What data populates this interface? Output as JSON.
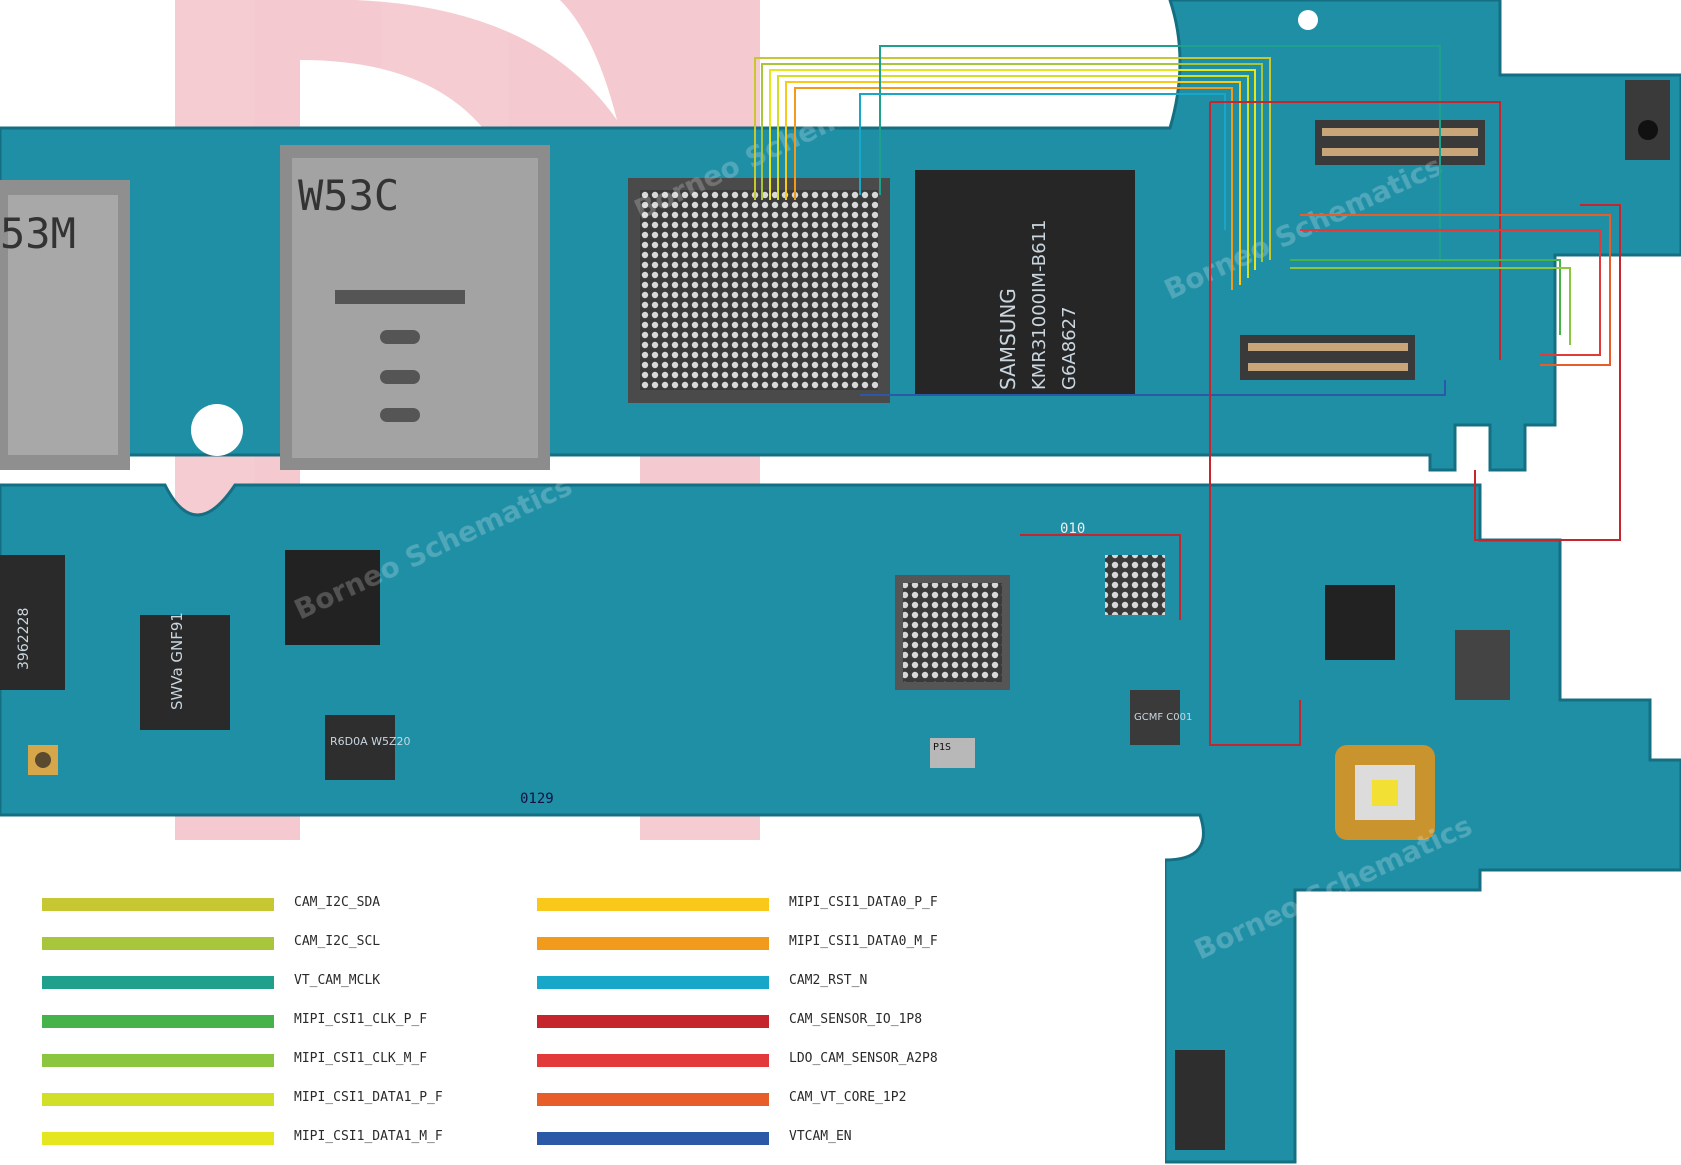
{
  "legend": [
    {
      "label": "CAM_I2C_SDA",
      "color": "#c7c734"
    },
    {
      "label": "CAM_I2C_SCL",
      "color": "#a8c63c"
    },
    {
      "label": "VT_CAM_MCLK",
      "color": "#1ea08c"
    },
    {
      "label": "MIPI_CSI1_CLK_P_F",
      "color": "#45b24a"
    },
    {
      "label": "MIPI_CSI1_CLK_M_F",
      "color": "#8cc640"
    },
    {
      "label": "MIPI_CSI1_DATA1_P_F",
      "color": "#d2df28"
    },
    {
      "label": "MIPI_CSI1_DATA1_M_F",
      "color": "#e6e620"
    },
    {
      "label": "MIPI_CSI1_DATA0_P_F",
      "color": "#f8c81a"
    },
    {
      "label": "MIPI_CSI1_DATA0_M_F",
      "color": "#f29a1c"
    },
    {
      "label": "CAM2_RST_N",
      "color": "#18a6c9"
    },
    {
      "label": "CAM_SENSOR_IO_1P8",
      "color": "#c5262e"
    },
    {
      "label": "LDO_CAM_SENSOR_A2P8",
      "color": "#e2393a"
    },
    {
      "label": "CAM_VT_CORE_1P2",
      "color": "#e85e2a"
    },
    {
      "label": "VTCAM_EN",
      "color": "#2c58a8"
    }
  ],
  "board_markings": {
    "simtray_left": "53M",
    "simtray_right": "W53C",
    "memory_chip_1": "SAMSUNG",
    "memory_chip_2": "KMR31000IM-B611",
    "memory_chip_3": "G6A8627",
    "pmic_label": "SWVa GNF91",
    "chip_left": "3962228",
    "chip_rf": "R6D0A W5Z20",
    "chip_small": "GCMF C001",
    "silkscreen_1": "0129",
    "silkscreen_2": "P1S",
    "silkscreen_3": "010"
  },
  "watermark": "Borneo Schematics"
}
